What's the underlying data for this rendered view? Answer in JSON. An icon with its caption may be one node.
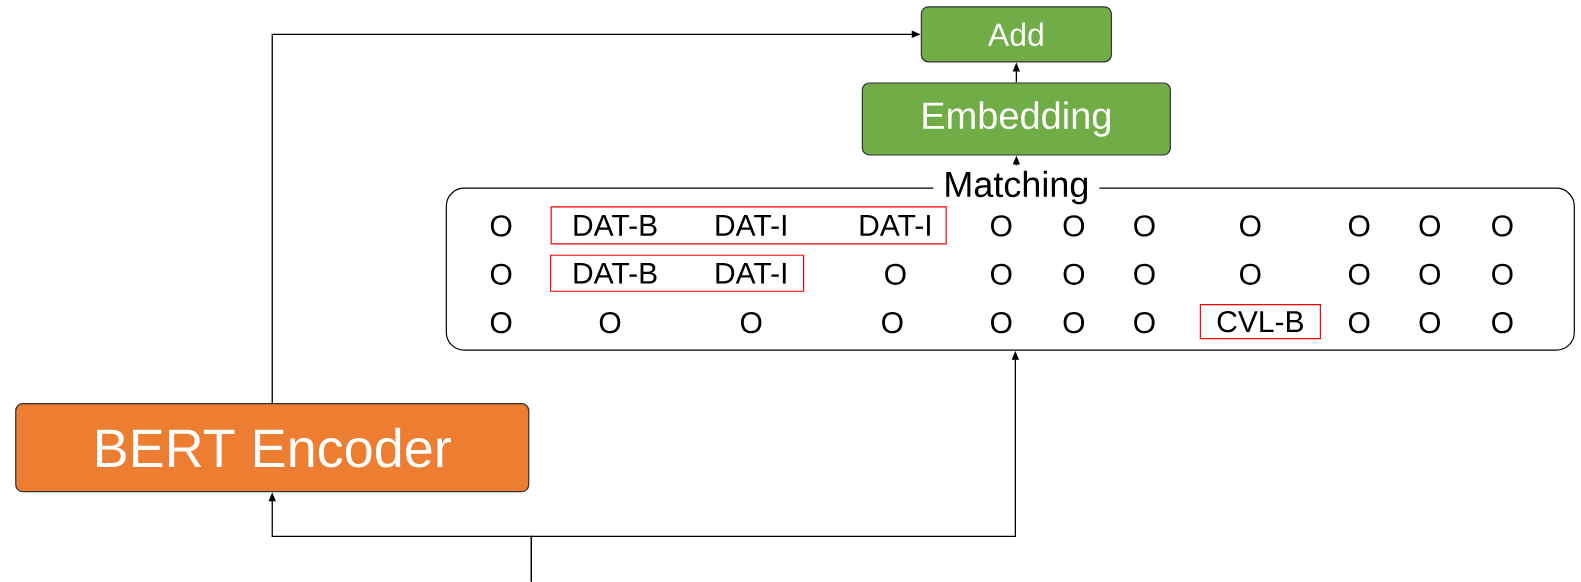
{
  "diagram": {
    "nodes": [
      {
        "text": [
          "Add"
        ]
      },
      {
        "text": [
          "Embedding"
        ]
      },
      {
        "text": [
          "Matching"
        ]
      },
      {
        "text": [
          "DAT-B",
          "DAT-I",
          "DAT-I"
        ],
        "in": 2
      },
      {
        "text": [
          "DAT-B",
          "DAT-I"
        ],
        "in": 2
      },
      {
        "text": [
          "CVL-B"
        ],
        "in": 2
      },
      {
        "text": [
          "BERT Encoder"
        ]
      }
    ],
    "edges": [
      {
        "from": null,
        "to": 6,
        "arrow": "to"
      },
      {
        "from": null,
        "to": 2,
        "arrow": "to"
      },
      {
        "from": 6,
        "to": 0,
        "arrow": "to"
      },
      {
        "from": 2,
        "to": 1,
        "arrow": "to"
      },
      {
        "from": 1,
        "to": 0,
        "arrow": "to"
      }
    ],
    "labels": [
      "O",
      "O",
      "O",
      "O",
      "O",
      "O",
      "O",
      "O",
      "O",
      "O",
      "O",
      "O",
      "O",
      "O",
      "O",
      "O",
      "O",
      "O",
      "O",
      "O",
      "O",
      "O",
      "O",
      "O",
      "O",
      "O",
      "O"
    ]
  }
}
